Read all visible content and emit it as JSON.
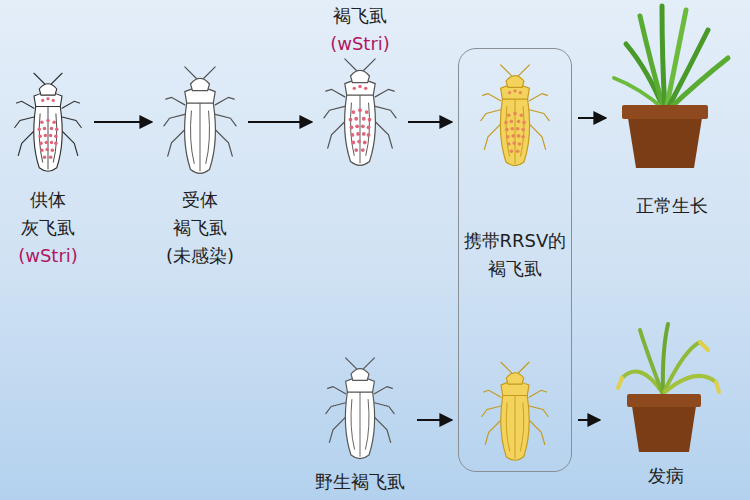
{
  "diagram": {
    "nodes": [
      {
        "text": [
          "供体 灰飞虱",
          "(wStri)"
        ]
      },
      {
        "text": [
          "受体 褐飞虱 (未感染)"
        ]
      },
      {
        "text": [
          "褐飞虱",
          "(wStri)"
        ]
      },
      {
        "text": [
          "携带RRSV的褐飞虱"
        ]
      },
      {
        "text": [
          "正常生长"
        ]
      },
      {
        "text": [
          "野生褐飞虱"
        ]
      },
      {
        "text": [
          "发病"
        ]
      }
    ],
    "edges": [
      {
        "from": 0,
        "to": 1,
        "arrow": "to"
      },
      {
        "from": 1,
        "to": 2,
        "arrow": "to"
      },
      {
        "from": 2,
        "to": 3,
        "arrow": "to"
      },
      {
        "from": 3,
        "to": 4,
        "arrow": "to"
      },
      {
        "from": 5,
        "to": 3,
        "arrow": "to"
      },
      {
        "from": 3,
        "to": 6,
        "arrow": "to"
      }
    ]
  }
}
